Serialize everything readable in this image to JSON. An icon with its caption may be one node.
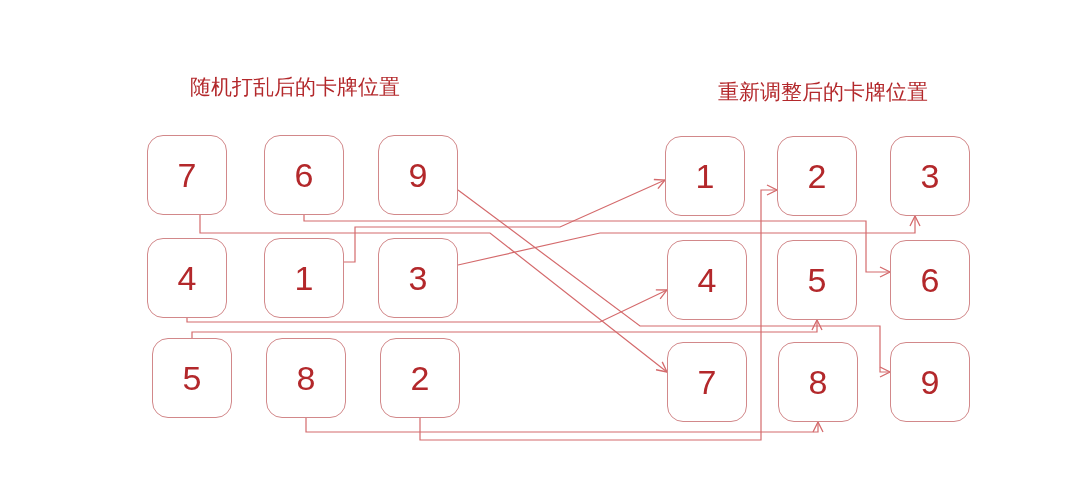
{
  "diagram": {
    "nodes": [
      {
        "text": [
          "7"
        ]
      },
      {
        "text": [
          "6"
        ]
      },
      {
        "text": [
          "9"
        ]
      },
      {
        "text": [
          "4"
        ]
      },
      {
        "text": [
          "1"
        ]
      },
      {
        "text": [
          "3"
        ]
      },
      {
        "text": [
          "5"
        ]
      },
      {
        "text": [
          "8"
        ]
      },
      {
        "text": [
          "2"
        ]
      },
      {
        "text": [
          "1"
        ]
      },
      {
        "text": [
          "2"
        ]
      },
      {
        "text": [
          "3"
        ]
      },
      {
        "text": [
          "4"
        ]
      },
      {
        "text": [
          "5"
        ]
      },
      {
        "text": [
          "6"
        ]
      },
      {
        "text": [
          "7"
        ]
      },
      {
        "text": [
          "8"
        ]
      },
      {
        "text": [
          "9"
        ]
      }
    ],
    "edges": [
      {
        "from": 0,
        "to": 15,
        "arrow": "to"
      },
      {
        "from": 1,
        "to": 14,
        "arrow": "to"
      },
      {
        "from": 2,
        "to": 17,
        "arrow": "to"
      },
      {
        "from": 3,
        "to": 12,
        "arrow": "to"
      },
      {
        "from": 4,
        "to": 9,
        "arrow": "to"
      },
      {
        "from": 5,
        "to": 11,
        "arrow": "to"
      },
      {
        "from": 6,
        "to": 13,
        "arrow": "to"
      },
      {
        "from": 7,
        "to": 16,
        "arrow": "to"
      },
      {
        "from": 8,
        "to": 10,
        "arrow": "to"
      }
    ],
    "labels": [
      "随机打乱后的卡牌位置",
      "重新调整后的卡牌位置"
    ]
  }
}
